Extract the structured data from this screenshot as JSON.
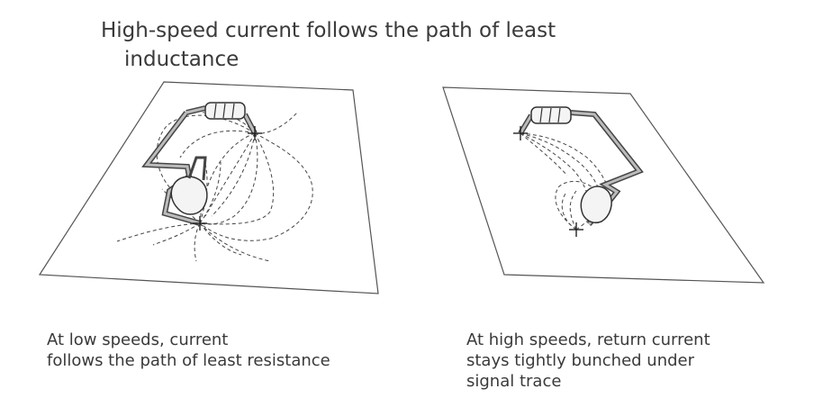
{
  "title": {
    "line1": "High-speed current follows the path of least",
    "line2": "inductance"
  },
  "left_panel": {
    "caption_line1": "At low speeds, current",
    "caption_line2": "follows the path of least resistance"
  },
  "right_panel": {
    "caption_line1": "At high speeds, return current",
    "caption_line2": "stays tightly bunched under",
    "caption_line3": "signal trace"
  }
}
